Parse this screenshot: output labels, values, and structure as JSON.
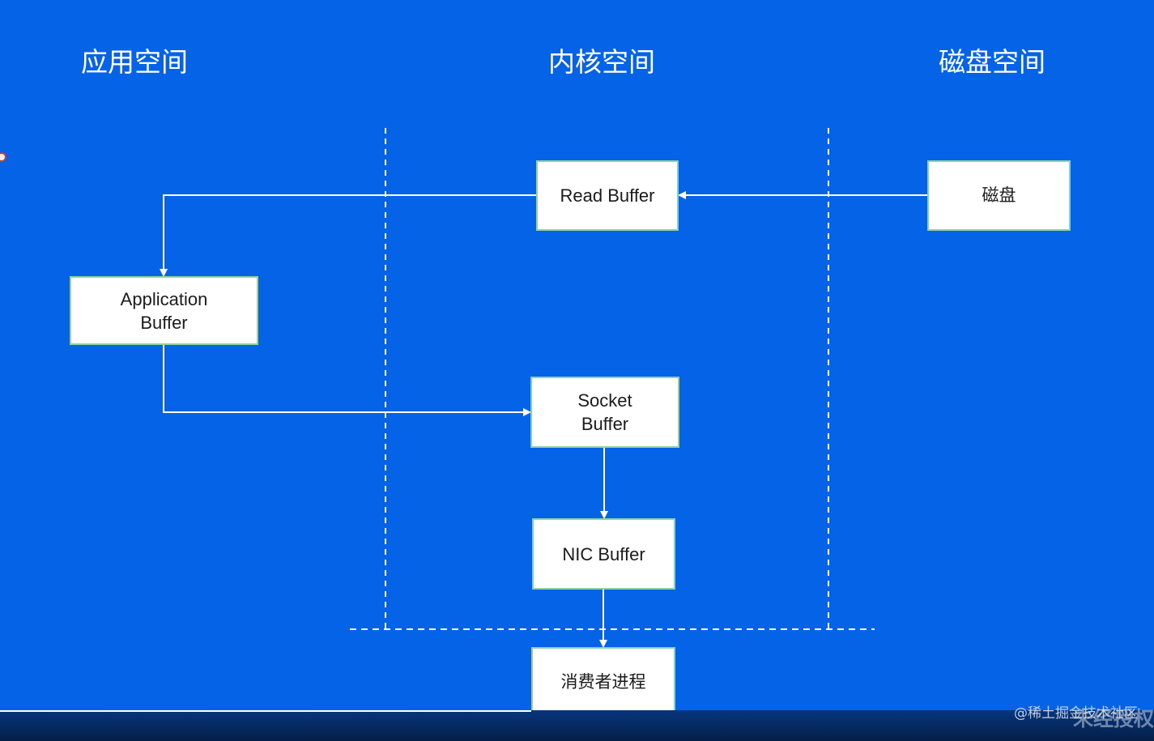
{
  "sections": {
    "application": "应用空间",
    "kernel": "内核空间",
    "disk": "磁盘空间"
  },
  "boxes": {
    "read_buffer": "Read Buffer",
    "disk": "磁盘",
    "application_buffer_line1": "Application",
    "application_buffer_line2": "Buffer",
    "socket_buffer_line1": "Socket",
    "socket_buffer_line2": "Buffer",
    "nic_buffer": "NIC Buffer",
    "consumer_process": "消费者进程"
  },
  "watermark": {
    "source": "@稀土掘金技术社区",
    "overlay": "未经授权"
  },
  "colors": {
    "background": "#0563e8",
    "box_fill": "#ffffff",
    "box_border": "#8fd3a0",
    "arrow": "#ffffff"
  },
  "progress": {
    "fraction": 0.46
  }
}
